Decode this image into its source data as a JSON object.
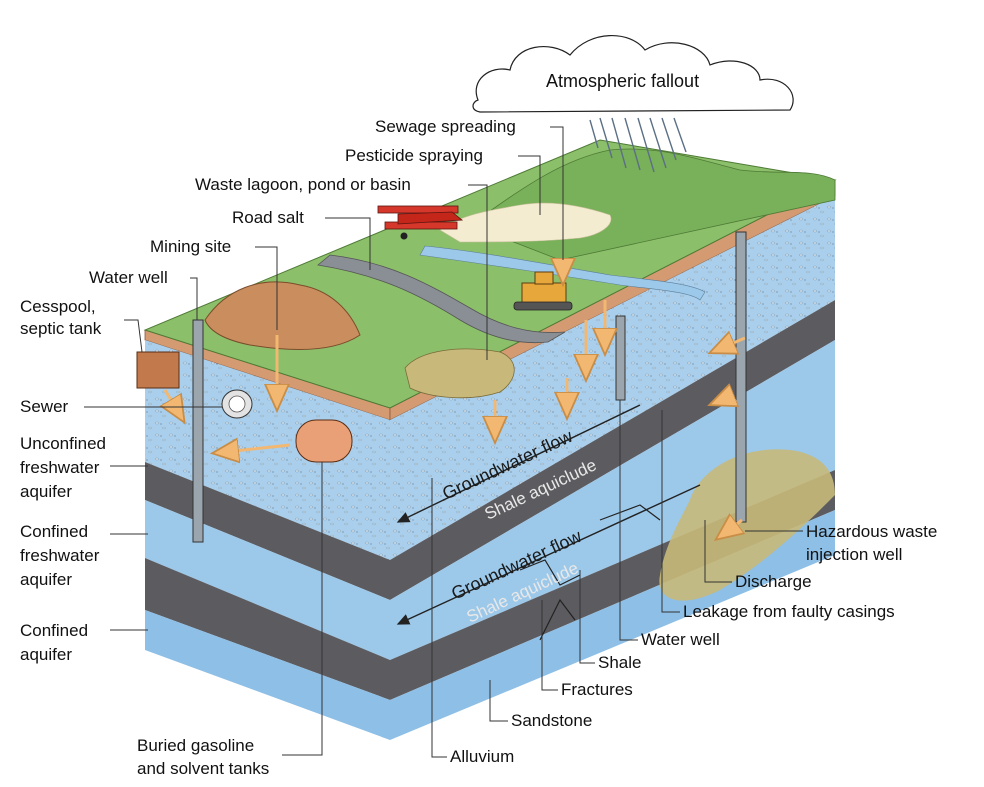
{
  "cloud_label": "Atmospheric fallout",
  "labels": {
    "sewage_spreading": "Sewage spreading",
    "pesticide_spraying": "Pesticide spraying",
    "waste_lagoon": "Waste lagoon, pond or basin",
    "road_salt": "Road salt",
    "mining_site": "Mining site",
    "water_well_top": "Water well",
    "cesspool_line1": "Cesspool,",
    "cesspool_line2": "septic tank",
    "sewer": "Sewer",
    "unconfined_line1": "Unconfined",
    "unconfined_line2": "freshwater",
    "unconfined_line3": "aquifer",
    "confined_fw_line1": "Confined",
    "confined_fw_line2": "freshwater",
    "confined_fw_line3": "aquifer",
    "confined_line1": "Confined",
    "confined_line2": "aquifer",
    "buried_line1": "Buried gasoline",
    "buried_line2": "and solvent tanks",
    "alluvium": "Alluvium",
    "sandstone": "Sandstone",
    "fractures": "Fractures",
    "shale": "Shale",
    "water_well_right": "Water well",
    "leakage": "Leakage from faulty casings",
    "discharge": "Discharge",
    "hazardous_line1": "Hazardous waste",
    "hazardous_line2": "injection well"
  },
  "in_diagram_text": {
    "groundwater_flow_upper": "Groundwater flow",
    "shale_aquiclude_upper": "Shale aquiclude",
    "groundwater_flow_lower": "Groundwater flow",
    "shale_aquiclude_lower": "Shale aquiclude"
  },
  "colors": {
    "aquifer_blue": "#9cc8ea",
    "deep_blue": "#6fa9d9",
    "shale_gray": "#5c5c60",
    "grass_green": "#8cbf6a",
    "soil_brown": "#d49a72",
    "arrow_orange": "#f2b872",
    "road_gray": "#8a8f95",
    "waste_plume": "#c8b97a"
  }
}
